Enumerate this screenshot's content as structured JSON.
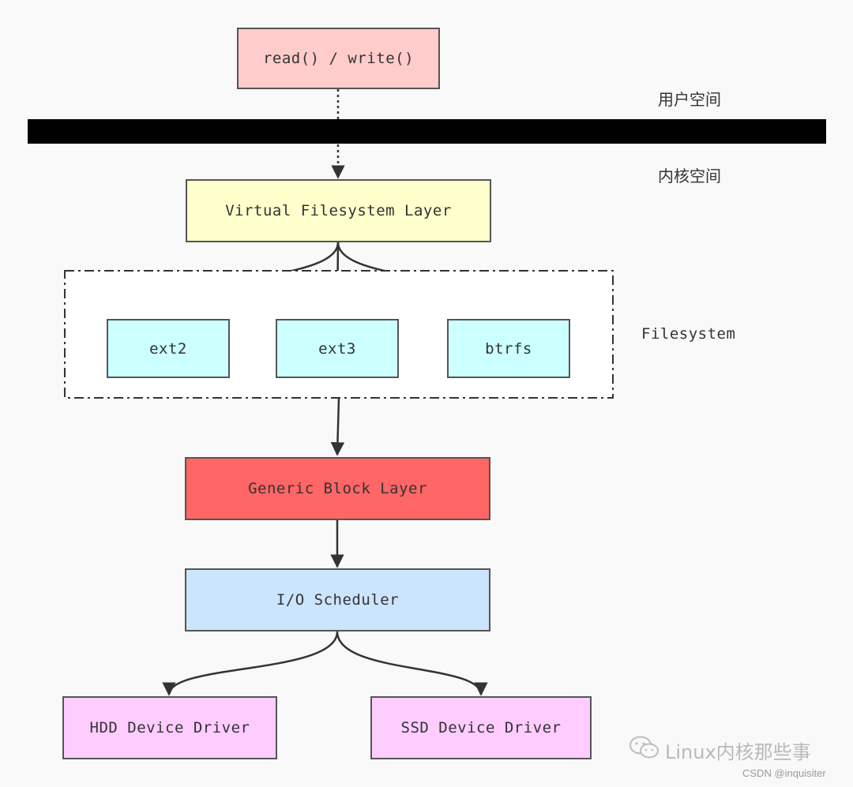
{
  "diagram": {
    "nodes": {
      "syscall": "read() / write()",
      "vfs": "Virtual Filesystem Layer",
      "ext2": "ext2",
      "ext3": "ext3",
      "btrfs": "btrfs",
      "block": "Generic Block Layer",
      "scheduler": "I/O Scheduler",
      "hdd": "HDD Device Driver",
      "ssd": "SSD Device Driver"
    },
    "labels": {
      "user_space": "用户空间",
      "kernel_space": "内核空间",
      "filesystem_group": "Filesystem"
    },
    "edges": [
      {
        "from": "syscall",
        "to": "vfs",
        "style": "dotted"
      },
      {
        "from": "vfs",
        "to": "ext2",
        "style": "solid"
      },
      {
        "from": "vfs",
        "to": "ext3",
        "style": "solid"
      },
      {
        "from": "vfs",
        "to": "btrfs",
        "style": "solid"
      },
      {
        "from": "filesystem_group",
        "to": "block",
        "style": "solid"
      },
      {
        "from": "block",
        "to": "scheduler",
        "style": "solid"
      },
      {
        "from": "scheduler",
        "to": "hdd",
        "style": "solid"
      },
      {
        "from": "scheduler",
        "to": "ssd",
        "style": "solid"
      }
    ],
    "colors": {
      "syscall": "#ffcccc",
      "vfs": "#ffffcc",
      "filesystems": "#ccffff",
      "block": "#ff6666",
      "scheduler": "#cce5ff",
      "drivers": "#ffccff",
      "divider": "#000000"
    }
  },
  "watermark": {
    "icon": "wechat-icon",
    "text": "Linux内核那些事",
    "credit": "CSDN @inquisiter"
  }
}
